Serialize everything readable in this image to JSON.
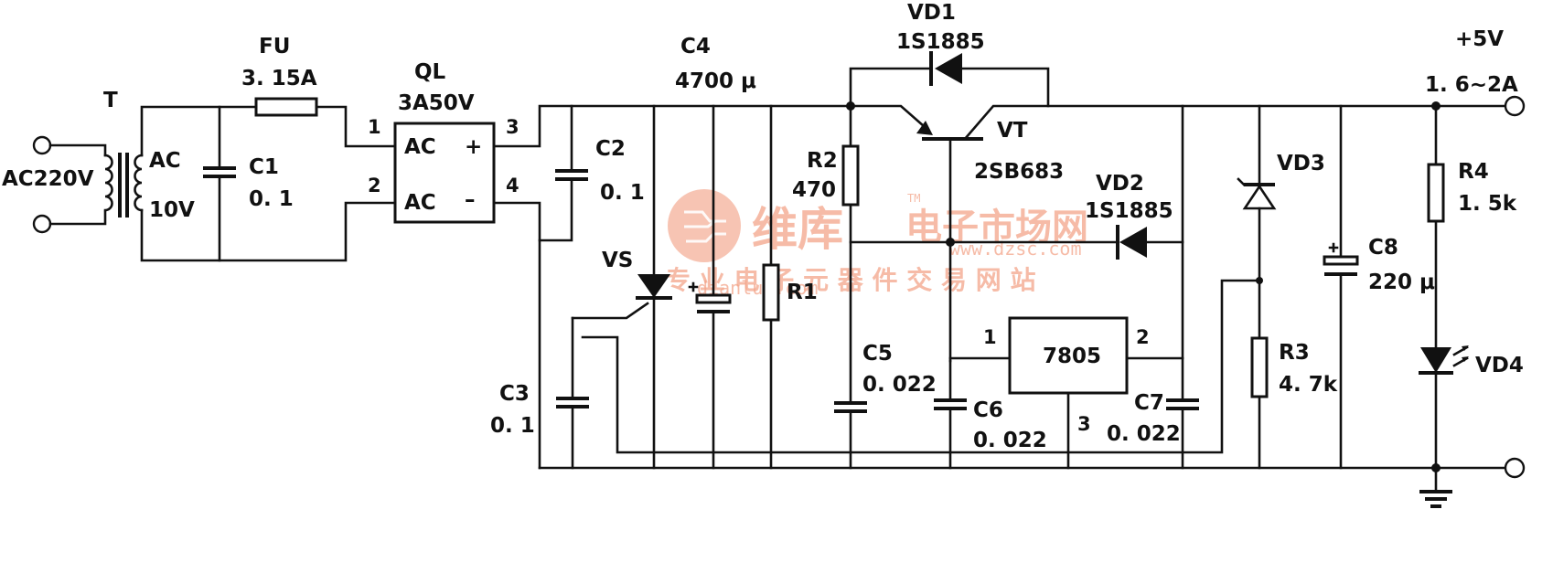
{
  "labels": {
    "input": "AC220V",
    "transformer": "T",
    "sec_ac": "AC",
    "sec_volt": "10V",
    "c1": "C1",
    "c1_val": "0. 1",
    "fu": "FU",
    "fu_val": "3. 15A",
    "ql": "QL",
    "ql_val": "3A50V",
    "pin1": "1",
    "pin2": "2",
    "pin3": "3",
    "pin4": "4",
    "ql_ac1": "AC",
    "ql_ac2": "AC",
    "ql_plus": "+",
    "ql_minus": "–",
    "c2": "C2",
    "c2_val": "0. 1",
    "c3": "C3",
    "c3_val": "0. 1",
    "c4": "C4",
    "c4_val": "4700 μ",
    "vs": "VS",
    "r1": "R1",
    "r2": "R2",
    "r2_val": "470",
    "vd1": "VD1",
    "vd1_val": "1S1885",
    "vt": "VT",
    "vt_val": "2SB683",
    "vd2": "VD2",
    "vd2_val": "1S1885",
    "c5": "C5",
    "c5_val": "0. 022",
    "ic": "7805",
    "ic_pin1": "1",
    "ic_pin2": "2",
    "ic_pin3": "3",
    "c6": "C6",
    "c6_val": "0. 022",
    "c7": "C7",
    "c7_val": "0. 022",
    "vd3": "VD3",
    "r3": "R3",
    "r3_val": "4. 7k",
    "c8": "C8",
    "c8_val": "220 μ",
    "out_v": "+5V",
    "out_i": "1. 6~2A",
    "r4": "R4",
    "r4_val": "1. 5k",
    "vd4": "VD4"
  },
  "watermark": {
    "brand": "维库",
    "title": "电子市场网",
    "slogan": "专 业 电 子 元 器 件 交 易 网 站",
    "url1": "www.dzsc.com",
    "url2": "dianlut.com",
    "logo": "TM"
  },
  "colors": {
    "ink": "#111111",
    "watermark": "#f3a58a",
    "background": "#ffffff"
  }
}
